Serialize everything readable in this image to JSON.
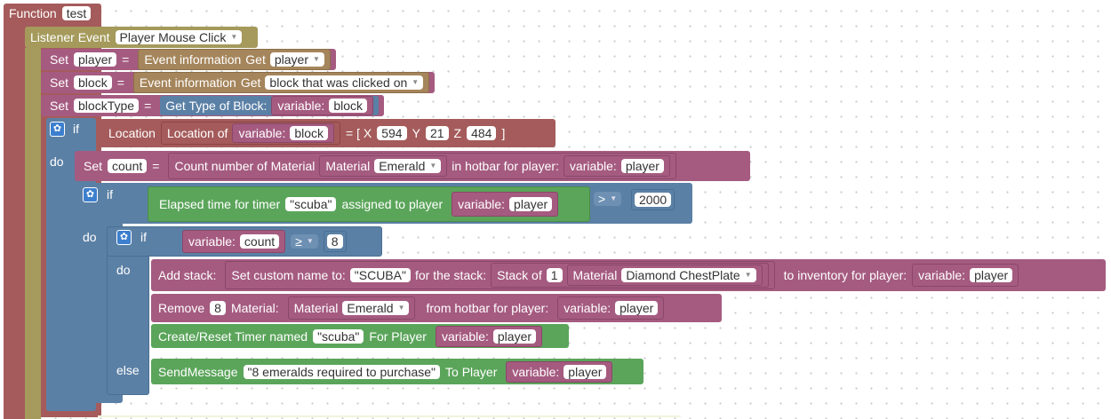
{
  "function": {
    "keyword": "Function",
    "name": "test"
  },
  "listener": {
    "label": "Listener Event",
    "event": "Player Mouse Click"
  },
  "set_player": {
    "set": "Set",
    "var": "player",
    "eq": "=",
    "info": "Event information",
    "get": "Get",
    "field": "player"
  },
  "set_block": {
    "set": "Set",
    "var": "block",
    "eq": "=",
    "info": "Event information",
    "get": "Get",
    "field": "block that was clicked on"
  },
  "set_blocktype": {
    "set": "Set",
    "var": "blockType",
    "eq": "=",
    "func": "Get Type of Block:",
    "var_label": "variable:",
    "var_name": "block"
  },
  "if1": {
    "if": "if",
    "do": "do",
    "location": "Location",
    "location_of": "Location of",
    "var_label": "variable:",
    "var_name": "block",
    "eq_open": "= [ X",
    "x": "594",
    "y_label": "Y",
    "y": "21",
    "z_label": "Z",
    "z": "484",
    "close": "]"
  },
  "set_count": {
    "set": "Set",
    "var": "count",
    "eq": "=",
    "func": "Count number of Material",
    "material_label": "Material",
    "material": "Emerald",
    "in_hotbar": "in hotbar for player:",
    "var_label": "variable:",
    "var_name": "player"
  },
  "if2": {
    "if": "if",
    "do": "do",
    "elapsed": "Elapsed time for timer",
    "timer": "\"scuba\"",
    "assigned": "assigned to player",
    "var_label": "variable:",
    "var_name": "player",
    "op": ">",
    "value": "2000"
  },
  "if3": {
    "if": "if",
    "do": "do",
    "else": "else",
    "var_label": "variable:",
    "var_name": "count",
    "op": "≥",
    "value": "8"
  },
  "add_stack": {
    "add": "Add stack:",
    "set_name": "Set custom name to:",
    "name": "\"SCUBA\"",
    "for_stack": "for the stack:",
    "stack_of": "Stack of",
    "qty": "1",
    "material_label": "Material",
    "material": "Diamond ChestPlate",
    "to_inv": "to inventory for player:",
    "var_label": "variable:",
    "var_name": "player"
  },
  "remove": {
    "remove": "Remove",
    "qty": "8",
    "material_word": "Material:",
    "material_label": "Material",
    "material": "Emerald",
    "from_hotbar": "from hotbar for player:",
    "var_label": "variable:",
    "var_name": "player"
  },
  "create_timer": {
    "label": "Create/Reset Timer named",
    "timer": "\"scuba\"",
    "for_player": "For Player",
    "var_label": "variable:",
    "var_name": "player"
  },
  "send_message": {
    "label": "SendMessage",
    "message": "\"8 emeralds required to purchase\"",
    "to_player": "To Player",
    "var_label": "variable:",
    "var_name": "player"
  },
  "icons": {
    "gear": "gear-icon",
    "dropdown": "dropdown-arrow-icon"
  },
  "colors": {
    "function": "#a55b5b",
    "listener": "#a59a5b",
    "set": "#a55b80",
    "info": "#a5855b",
    "logic": "#5b80a5",
    "timer": "#5ba55b",
    "location": "#a55b5b"
  }
}
